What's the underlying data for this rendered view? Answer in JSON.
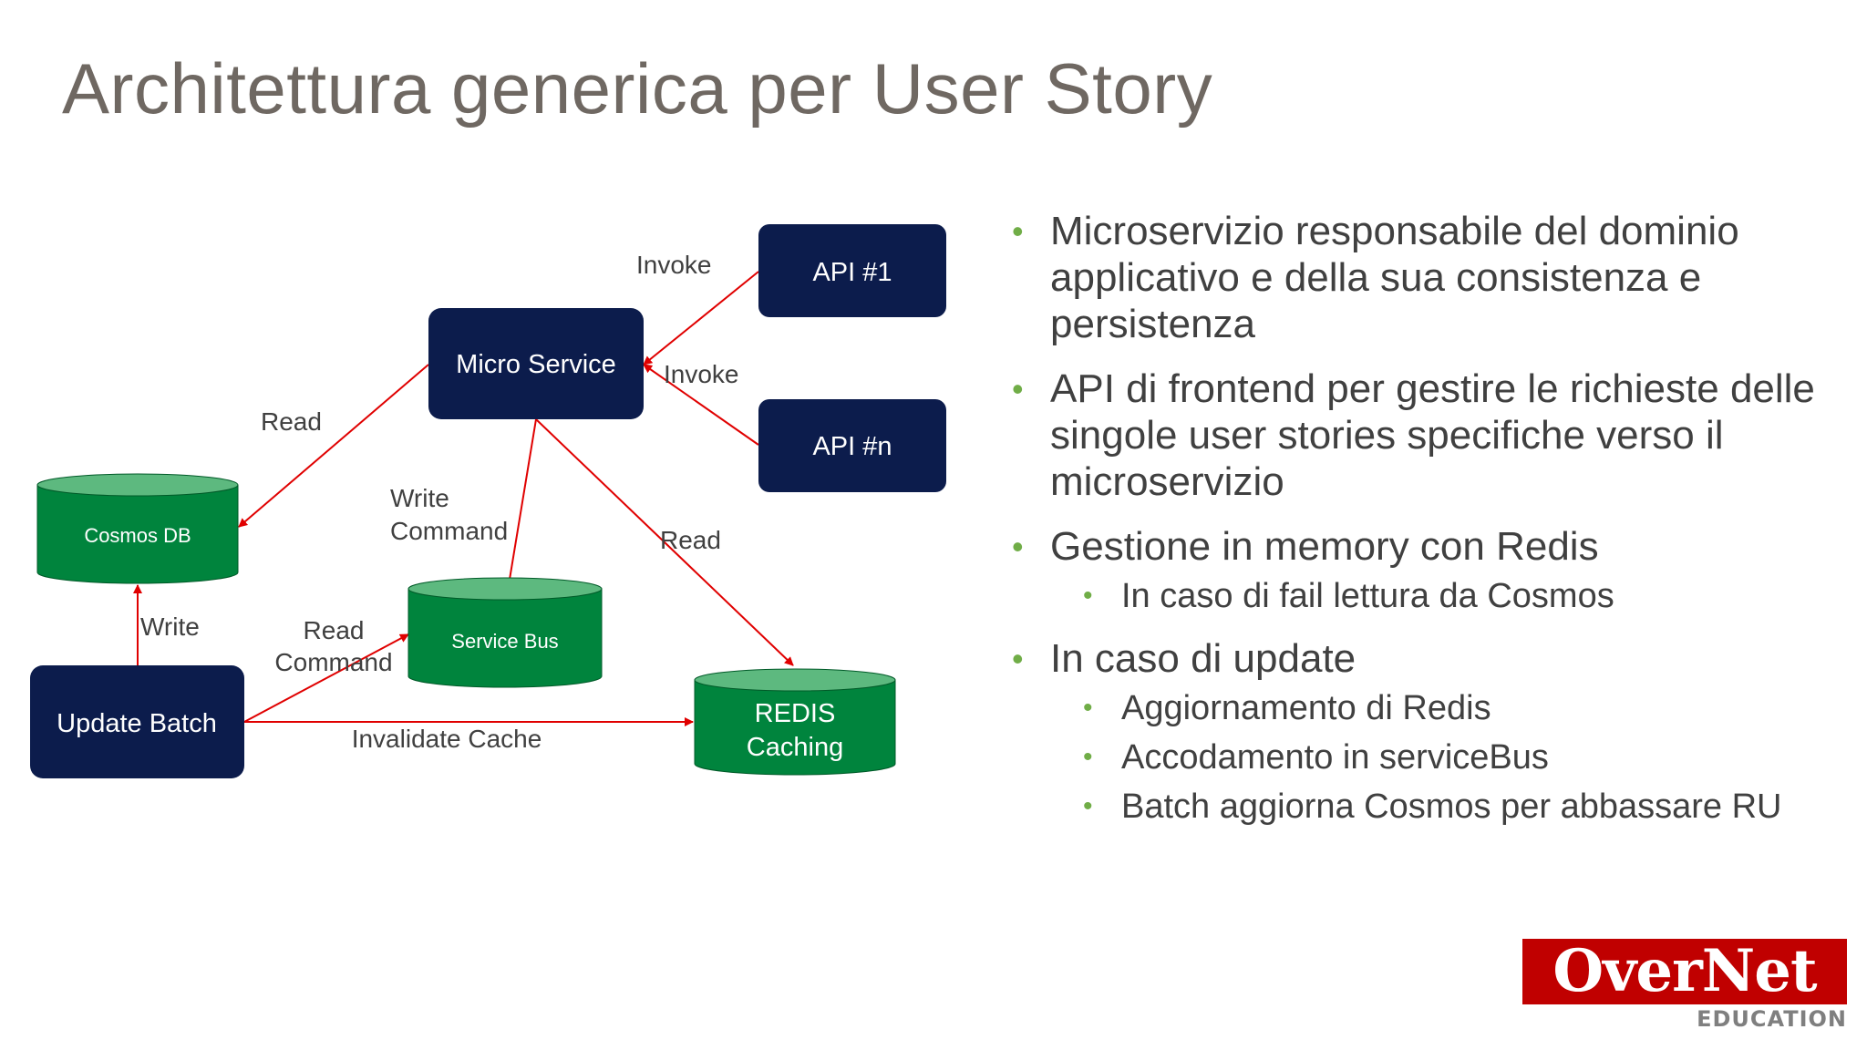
{
  "slide": {
    "title": "Architettura generica per User Story"
  },
  "diagram": {
    "nodes": {
      "api1": "API #1",
      "apin": "API #n",
      "micro_service": "Micro Service",
      "cosmos_db": "Cosmos DB",
      "service_bus": "Service Bus",
      "redis_line1": "REDIS",
      "redis_line2": "Caching",
      "update_batch": "Update Batch"
    },
    "edge_labels": {
      "invoke_1": "Invoke",
      "invoke_n": "Invoke",
      "read_cosmos": "Read",
      "write_cmd_1": "Write",
      "write_cmd_2": "Command",
      "read_redis": "Read",
      "write_cosmos": "Write",
      "read_cmd_1": "Read",
      "read_cmd_2": "Command",
      "invalidate_cache": "Invalidate Cache"
    },
    "colors": {
      "navy_box": "#0c1c4c",
      "green_cylinder": "#00843d",
      "green_cylinder_top": "#5db97f",
      "arrow": "#e00000"
    }
  },
  "bullets": [
    {
      "text": "Microservizio responsabile del dominio applicativo e della sua consistenza e persistenza",
      "sub": []
    },
    {
      "text": "API di frontend per gestire le richieste delle singole user stories specifiche verso il microservizio",
      "sub": []
    },
    {
      "text": "Gestione in memory con Redis",
      "sub": [
        "In caso di fail lettura da Cosmos"
      ]
    },
    {
      "text": "In caso di update",
      "sub": [
        "Aggiornamento di Redis",
        "Accodamento in serviceBus",
        "Batch aggiorna Cosmos per abbassare RU"
      ]
    }
  ],
  "logo": {
    "name": "OverNet",
    "sub": "EDUCATION",
    "color": "#c00000"
  }
}
